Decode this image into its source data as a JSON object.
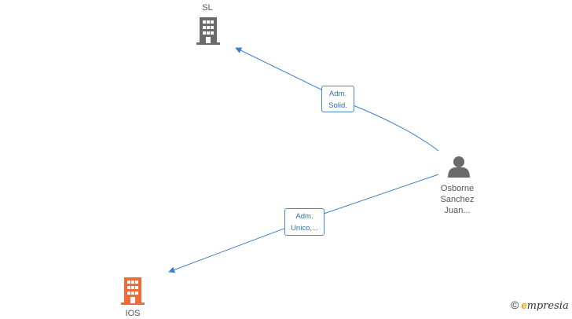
{
  "nodes": {
    "company_top": {
      "label": "SL",
      "icon": "building-icon",
      "color": "#6b6b6b"
    },
    "company_bottom": {
      "label": "IOS",
      "icon": "building-icon",
      "color": "#f26a35"
    },
    "person": {
      "label_lines": [
        "Osborne",
        "Sanchez",
        "Juan..."
      ],
      "icon": "person-icon",
      "color": "#6b6b6b"
    }
  },
  "edges": [
    {
      "label_lines": [
        "Adm.",
        "Solid."
      ],
      "color": "#3a7fd0"
    },
    {
      "label_lines": [
        "Adm.",
        "Unico,..."
      ],
      "color": "#3a7fd0"
    }
  ],
  "watermark": {
    "symbol": "©",
    "brand_first": "e",
    "brand_rest": "mpresia"
  }
}
